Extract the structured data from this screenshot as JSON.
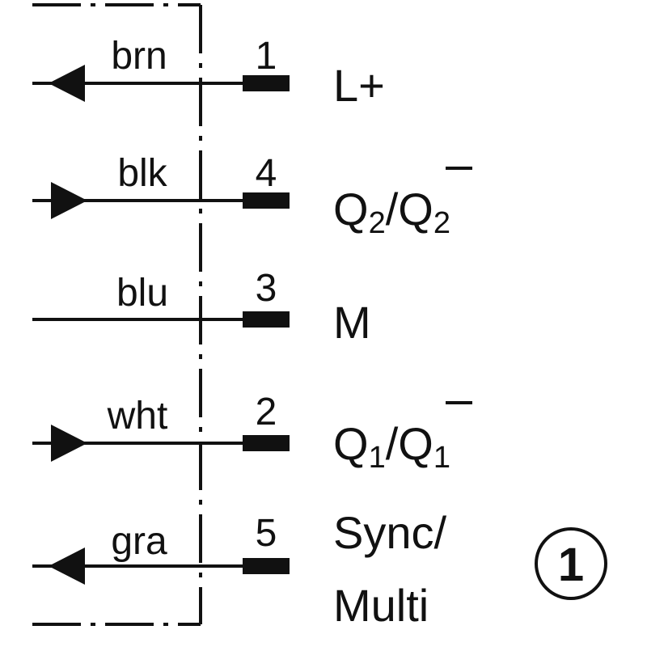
{
  "wires": [
    {
      "color": "brn",
      "pin": "1",
      "signal": "L+",
      "arrow": "out"
    },
    {
      "color": "blk",
      "pin": "4",
      "signal": {
        "main": "Q",
        "sub": "2",
        "sep": "/",
        "bar": "Q",
        "barsub": "2"
      },
      "arrow": "in"
    },
    {
      "color": "blu",
      "pin": "3",
      "signal": "M",
      "arrow": "none"
    },
    {
      "color": "wht",
      "pin": "2",
      "signal": {
        "main": "Q",
        "sub": "1",
        "sep": "/",
        "bar": "Q",
        "barsub": "1"
      },
      "arrow": "in"
    },
    {
      "color": "gra",
      "pin": "5",
      "signal": "Sync/",
      "signal2": "Multi",
      "arrow": "out"
    }
  ],
  "footnote_marker": "1",
  "colors": {
    "ink": "#111111",
    "background": "#ffffff"
  }
}
